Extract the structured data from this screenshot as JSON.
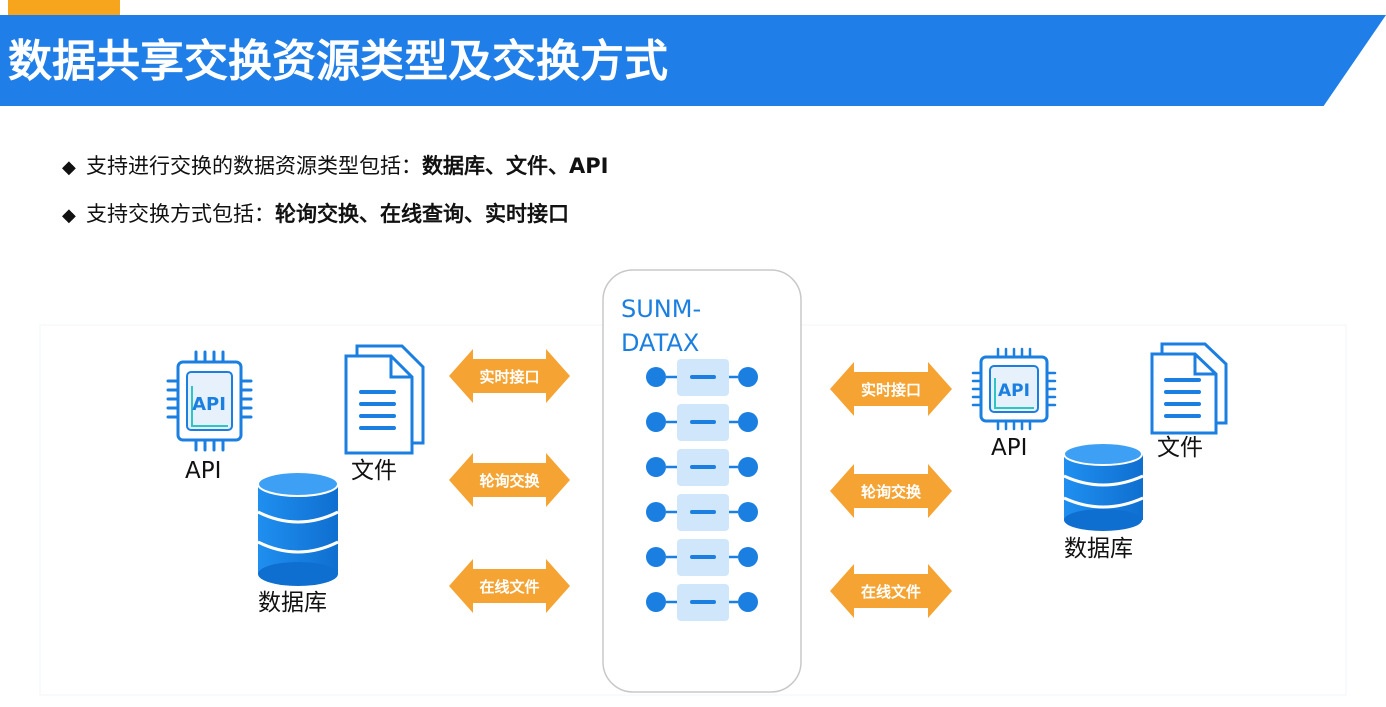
{
  "title": "数据共享交换资源类型及交换方式",
  "bullets": [
    {
      "plain": "支持进行交换的数据资源类型包括：",
      "bold": "数据库、文件、API"
    },
    {
      "plain": "支持交换方式包括：",
      "bold": "轮询交换、在线查询、实时接口"
    }
  ],
  "center": {
    "line1": "SUNM-",
    "line2": "DATAX",
    "slot_count": 6
  },
  "left": {
    "api_chip": "API",
    "api_label": "API",
    "file_label": "文件",
    "db_label": "数据库"
  },
  "right": {
    "api_chip": "API",
    "api_label": "API",
    "file_label": "文件",
    "db_label": "数据库"
  },
  "arrows_left": [
    "实时接口",
    "轮询交换",
    "在线文件"
  ],
  "arrows_right": [
    "实时接口",
    "轮询交换",
    "在线文件"
  ],
  "colors": {
    "title_blue": "#1f7ee8",
    "accent_orange": "#f7a51c",
    "arrow_orange": "#f5a333",
    "icon_blue": "#1a7fe0"
  }
}
